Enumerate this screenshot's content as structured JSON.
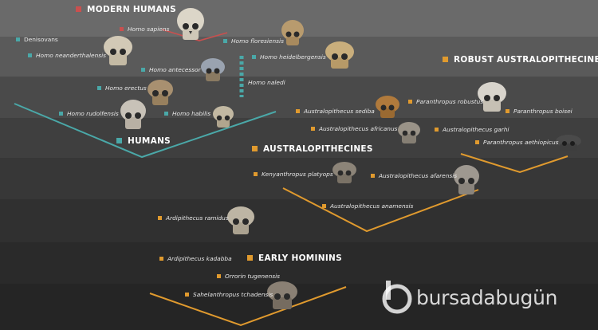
{
  "groups": {
    "modern_humans": "MODERN HUMANS",
    "humans": "HUMANS",
    "robust_australopithecines": "ROBUST AUSTRALOPITHECINES",
    "australopithecines": "AUSTRALOPITHECINES",
    "early_hominins": "EARLY HOMININS"
  },
  "species": {
    "homo_sapiens": "Homo sapiens",
    "denisovans": "Denisovans",
    "homo_floresiensis": "Homo floresiensis",
    "homo_neanderthalensis": "Homo neanderthalensis",
    "homo_heidelbergensis": "Homo heidelbergensis",
    "homo_antecessor": "Homo antecessor",
    "homo_naledi": "Homo naledi",
    "homo_erectus": "Homo erectus",
    "homo_rudolfensis": "Homo rudolfensis",
    "homo_habilis": "Homo habilis",
    "australopithecus_sediba": "Australopithecus sediba",
    "paranthropus_robustus": "Paranthropus robustus",
    "paranthropus_boisei": "Paranthropus boisei",
    "australopithecus_africanus": "Australopithecus africanus",
    "australopithecus_garhi": "Australopithecus garhi",
    "paranthropus_aethiopicus": "Paranthropus aethiopicus",
    "kenyanthropus_platyops": "Kenyanthropus platyops",
    "australopithecus_afarensis": "Australopithecus afarensis",
    "australopithecus_anamensis": "Australopithecus anamensis",
    "ardipithecus_ramidus": "Ardipithecus ramidus",
    "ardipithecus_kadabba": "Ardipithecus kadabba",
    "orrorin_tugenensis": "Orrorin tugenensis",
    "sahelanthropus_tchadensis": "Sahelanthropus tchadensis"
  },
  "watermark": {
    "text": "bursadabugün"
  },
  "colors": {
    "human_teal": "#4aa8a8",
    "australopith_orange": "#e09a2e",
    "modern_red": "#c9504f",
    "bands": [
      "#6b6b6b",
      "#575757",
      "#494949",
      "#3f3f3f",
      "#363636",
      "#2f2f2f",
      "#292929",
      "#242424"
    ]
  },
  "icons": {
    "fossil": "skull-icon",
    "logo": "bursadabugun-logo-icon"
  }
}
